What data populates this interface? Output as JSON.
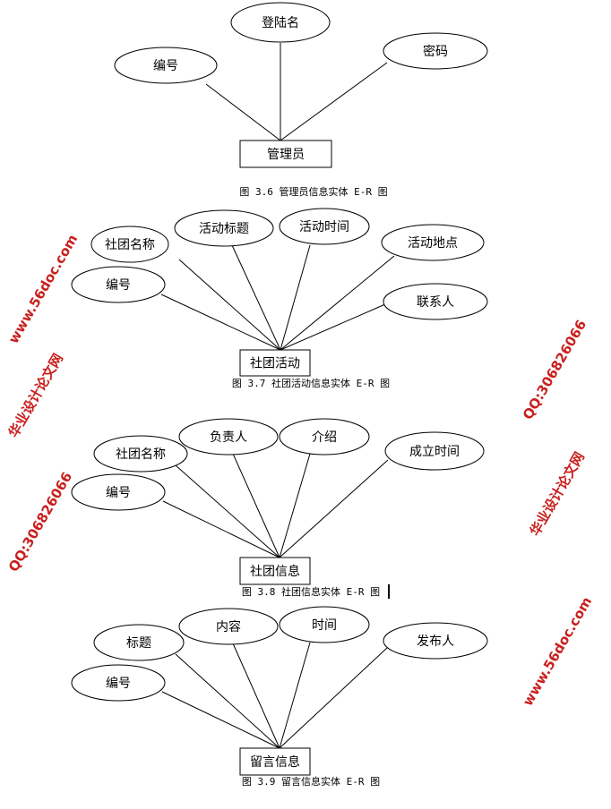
{
  "diagrams": [
    {
      "entity": "管理员",
      "attributes": [
        "登陆名",
        "编号",
        "密码"
      ],
      "caption": "图 3.6 管理员信息实体 E-R 图"
    },
    {
      "entity": "社团活动",
      "attributes": [
        "社团名称",
        "活动标题",
        "活动时间",
        "活动地点",
        "编号",
        "联系人"
      ],
      "caption": "图 3.7 社团活动信息实体 E-R 图"
    },
    {
      "entity": "社团信息",
      "attributes": [
        "社团名称",
        "负责人",
        "介绍",
        "成立时间",
        "编号"
      ],
      "caption": "图 3.8 社团信息实体 E-R 图"
    },
    {
      "entity": "留言信息",
      "attributes": [
        "标题",
        "内容",
        "时间",
        "发布人",
        "编号"
      ],
      "caption": "图 3.9 留言信息实体 E-R 图"
    }
  ],
  "watermark": {
    "site_name": "华业设计论文网",
    "qq": "QQ:306826066",
    "url": "www.56doc.com",
    "color": "#c8201e"
  }
}
